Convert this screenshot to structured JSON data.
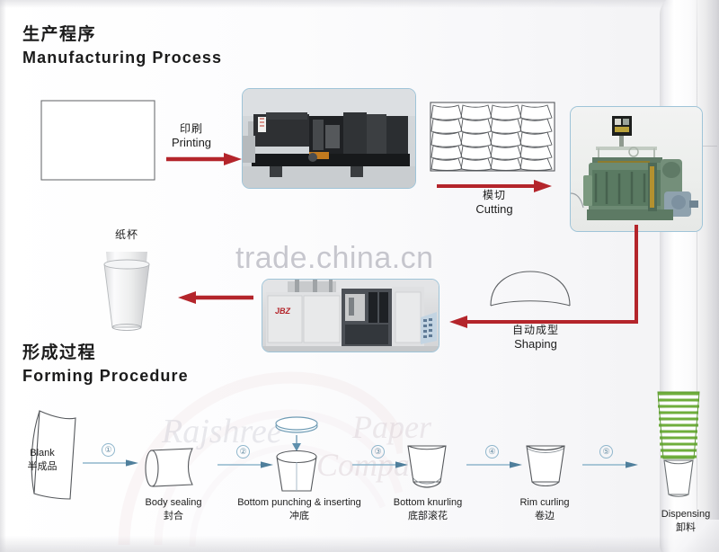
{
  "page": {
    "watermark_primary": "trade.china.cn",
    "watermark_secondary_1": "Rajshree",
    "watermark_secondary_2": "Paper",
    "watermark_secondary_3": "Company"
  },
  "sections": {
    "manufacturing": {
      "title_cn": "生产程序",
      "title_en": "Manufacturing Process"
    },
    "forming": {
      "title_cn": "形成过程",
      "title_en": "Forming Procedure"
    }
  },
  "manufacturing_steps": [
    {
      "id": "blank-sheet",
      "cn": "",
      "en": "",
      "icon": "paper-sheet-icon"
    },
    {
      "id": "printing",
      "cn": "印刷",
      "en": "Printing",
      "icon": "red-arrow-right-icon"
    },
    {
      "id": "printing-press",
      "cn": "",
      "en": "",
      "icon": "printing-press-photo"
    },
    {
      "id": "die-layout",
      "cn": "",
      "en": "",
      "icon": "blank-nesting-diagram"
    },
    {
      "id": "cutting",
      "cn": "模切",
      "en": "Cutting",
      "icon": "red-arrow-right-icon"
    },
    {
      "id": "die-cutter",
      "cn": "",
      "en": "",
      "icon": "die-cutting-machine-photo"
    },
    {
      "id": "shaping",
      "cn": "自动成型",
      "en": "Shaping",
      "icon": "red-arrow-left-icon"
    },
    {
      "id": "cup-former",
      "cn": "",
      "en": "",
      "icon": "cup-forming-machine-photo"
    },
    {
      "id": "paper-cup",
      "cn": "纸杯",
      "en": "",
      "icon": "paper-cup-photo"
    }
  ],
  "forming_steps": [
    {
      "num": "",
      "en": "Blank",
      "cn": "半成品",
      "icon": "fan-blank-icon"
    },
    {
      "num": "①",
      "en": "Body sealing",
      "cn": "封合",
      "icon": "cone-sleeve-icon"
    },
    {
      "num": "②",
      "en": "Bottom punching & inserting",
      "cn": "冲底",
      "icon": "cup-with-disc-icon"
    },
    {
      "num": "③",
      "en": "Bottom knurling",
      "cn": "底部滚花",
      "icon": "knurled-cup-icon"
    },
    {
      "num": "④",
      "en": "Rim curling",
      "cn": "卷边",
      "icon": "curled-rim-cup-icon"
    },
    {
      "num": "⑤",
      "en": "Dispensing",
      "cn": "卸料",
      "icon": "cup-stack-icon"
    }
  ],
  "machine_brand": "JBZ",
  "colors": {
    "arrow_red": "#b4252b",
    "arrow_blue": "#8fb6cc",
    "photo_border": "#9fc4d8",
    "heading_text": "#1b1b1b",
    "cup_stack_green": "#7cc04a"
  }
}
